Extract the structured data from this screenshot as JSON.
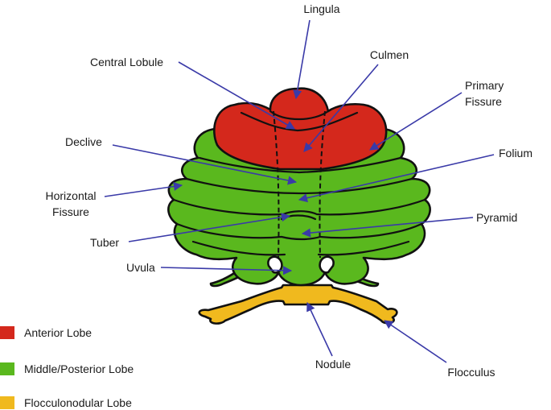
{
  "colors": {
    "anterior": "#d4281c",
    "posterior": "#5ab81e",
    "flocculonodular": "#f0b91e",
    "arrow": "#3a3aa8",
    "outline": "#111111"
  },
  "labels": {
    "lingula": "Lingula",
    "culmen": "Culmen",
    "central_lobule": "Central Lobule",
    "primary_fissure_1": "Primary",
    "primary_fissure_2": "Fissure",
    "declive": "Declive",
    "folium": "Folium",
    "horizontal_fissure_1": "Horizontal",
    "horizontal_fissure_2": "Fissure",
    "pyramid": "Pyramid",
    "tuber": "Tuber",
    "uvula": "Uvula",
    "nodule": "Nodule",
    "flocculus": "Flocculus"
  },
  "legend": [
    {
      "label": "Anterior Lobe",
      "color": "#d4281c"
    },
    {
      "label": "Middle/Posterior Lobe",
      "color": "#5ab81e"
    },
    {
      "label": "Flocculonodular Lobe",
      "color": "#f0b91e"
    }
  ]
}
